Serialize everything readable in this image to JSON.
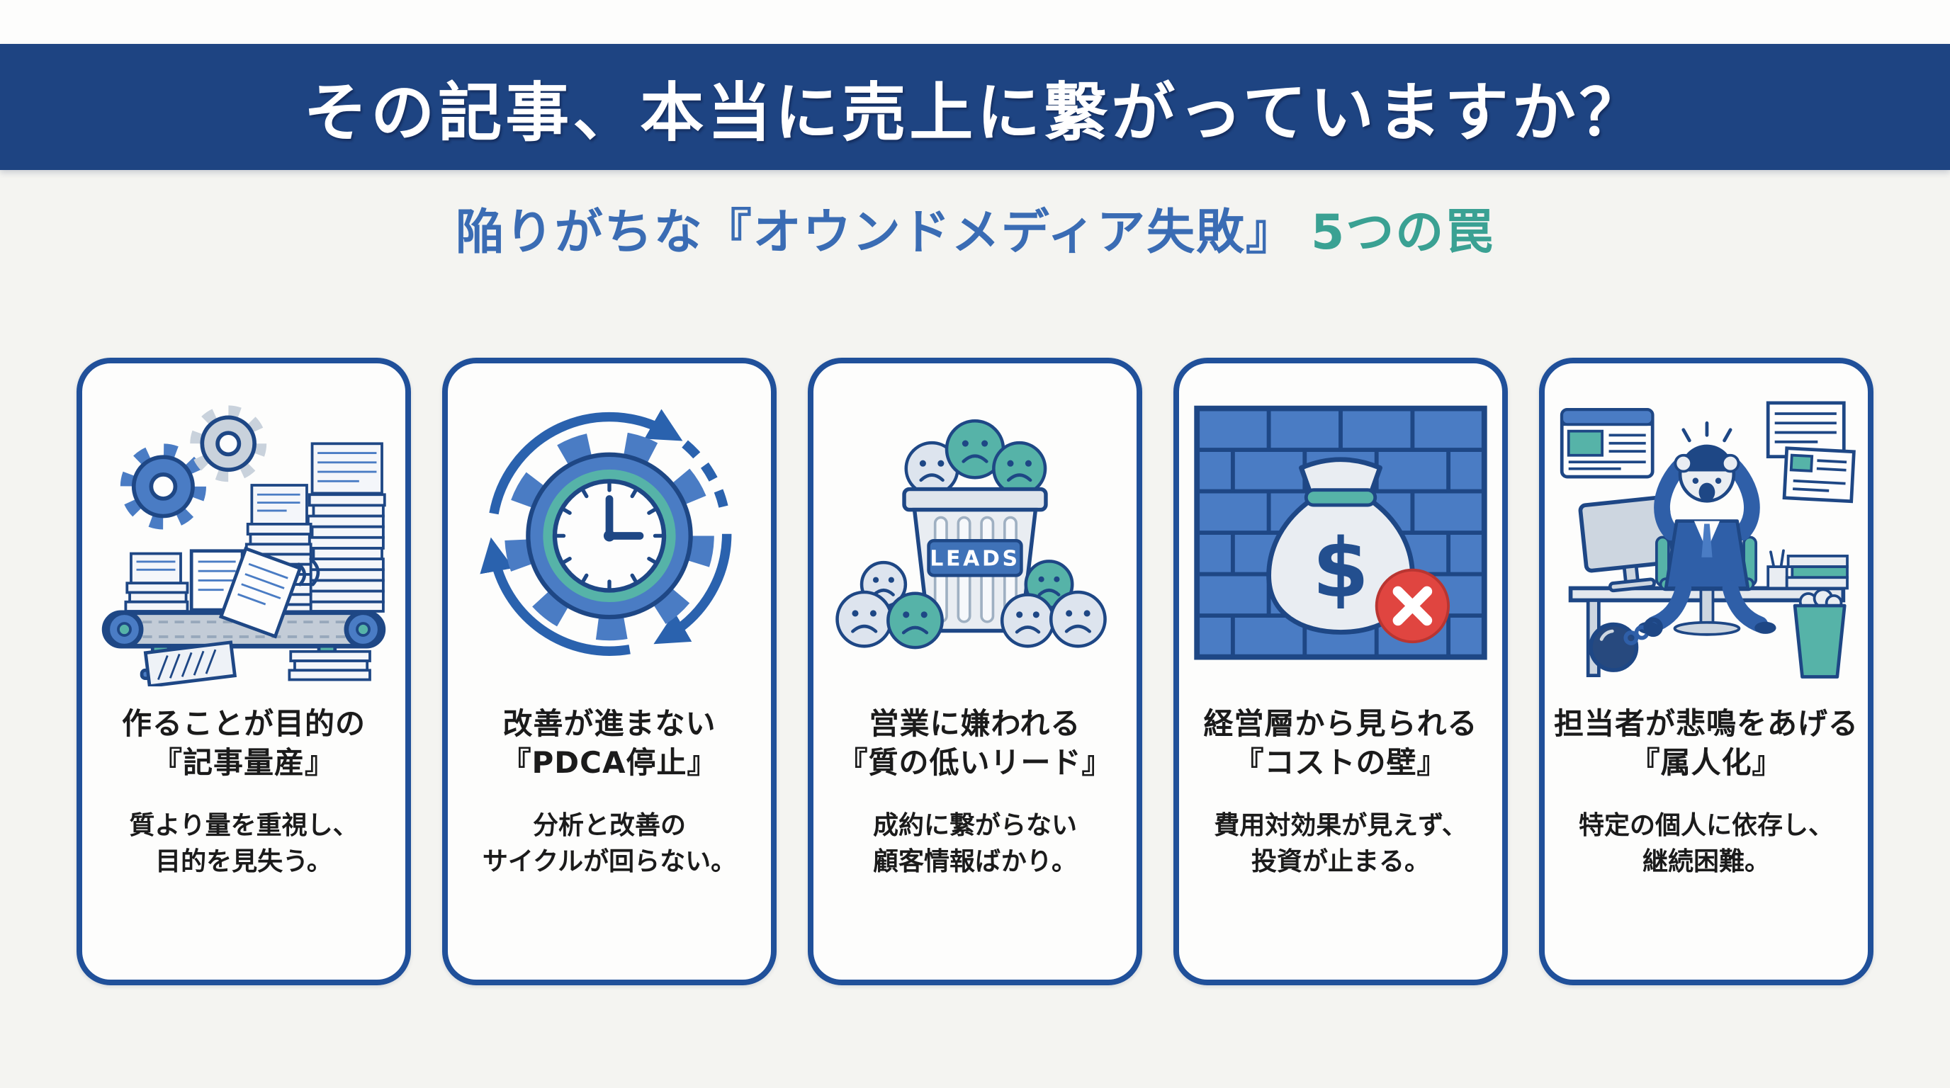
{
  "header": {
    "title": "その記事、本当に売上に繋がっていますか？"
  },
  "subtitle": {
    "main": "陥りがちな『オウンドメディア失敗』",
    "accent": "5つの罠"
  },
  "cards": [
    {
      "icon": "conveyor-mass-production-icon",
      "title_line1": "作ることが目的の",
      "title_line2": "『記事量産』",
      "desc_line1": "質より量を重視し、",
      "desc_line2": "目的を見失う。"
    },
    {
      "icon": "pdca-stopped-gear-clock-icon",
      "title_line1": "改善が進まない",
      "title_line2": "『PDCA停止』",
      "desc_line1": "分析と改善の",
      "desc_line2": "サイクルが回らない。"
    },
    {
      "icon": "low-quality-leads-trash-icon",
      "icon_label": "LEADS",
      "title_line1": "営業に嫌われる",
      "title_line2": "『質の低いリード』",
      "desc_line1": "成約に繋がらない",
      "desc_line2": "顧客情報ばかり。"
    },
    {
      "icon": "cost-wall-money-bag-icon",
      "icon_symbol": "$",
      "title_line1": "経営層から見られる",
      "title_line2": "『コストの壁』",
      "desc_line1": "費用対効果が見えず、",
      "desc_line2": "投資が止まる。"
    },
    {
      "icon": "stressed-worker-ball-chain-icon",
      "title_line1": "担当者が悲鳴をあげる",
      "title_line2": "『属人化』",
      "desc_line1": "特定の個人に依存し、",
      "desc_line2": "継続困難。"
    }
  ],
  "colors": {
    "header_bg": "#1e4482",
    "header_text": "#ffffff",
    "page_bg": "#f4f4f1",
    "card_bg": "#fdfdfc",
    "card_border": "#20509a",
    "subtitle_blue": "#3a6cb4",
    "subtitle_teal": "#3aa193",
    "icon_outline_navy": "#1e4785",
    "icon_blue": "#4a7cc4",
    "icon_teal": "#56b3a8",
    "icon_gray": "#c9d2dc",
    "error_red": "#e04540",
    "text_black": "#1b1b1b"
  }
}
